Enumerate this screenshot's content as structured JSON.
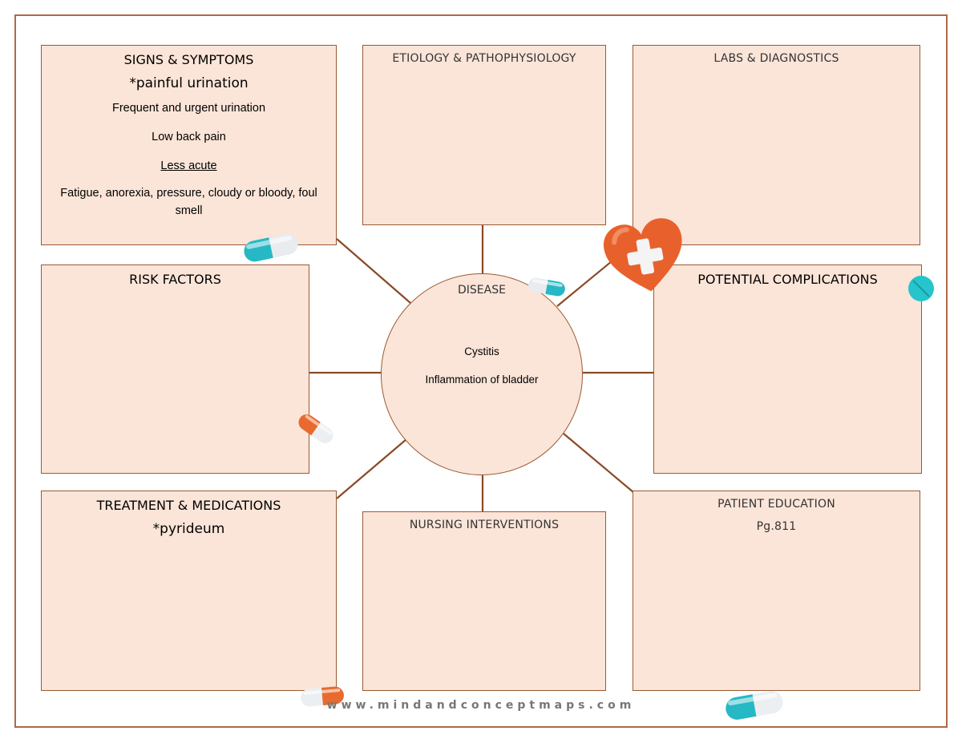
{
  "signs_symptoms": {
    "title": "SIGNS & SYMPTOMS",
    "highlight": "*painful urination",
    "items": [
      "Frequent and urgent urination",
      "Low back pain",
      "Less acute",
      "Fatigue, anorexia, pressure, cloudy or bloody, foul smell"
    ]
  },
  "etiology": {
    "title": "ETIOLOGY & PATHOPHYSIOLOGY"
  },
  "labs": {
    "title": "LABS & DIAGNOSTICS"
  },
  "risk_factors": {
    "title": "RISK FACTORS"
  },
  "disease": {
    "title": "DISEASE",
    "name": "Cystitis",
    "description": "Inflammation of bladder"
  },
  "complications": {
    "title": "POTENTIAL COMPLICATIONS"
  },
  "treatment": {
    "title": "TREATMENT & MEDICATIONS",
    "highlight": "*pyrideum"
  },
  "nursing": {
    "title": "NURSING INTERVENTIONS"
  },
  "education": {
    "title": "PATIENT EDUCATION",
    "note": "Pg.811"
  },
  "footer": {
    "url": "www.mindandconceptmaps.com"
  },
  "icons": [
    "capsule-icon",
    "heart-plus-icon",
    "tablet-icon"
  ],
  "colors": {
    "box_fill": "#fbe5d8",
    "box_border": "#9a5a33",
    "teal": "#26b8c4",
    "orange": "#e86a2e"
  }
}
